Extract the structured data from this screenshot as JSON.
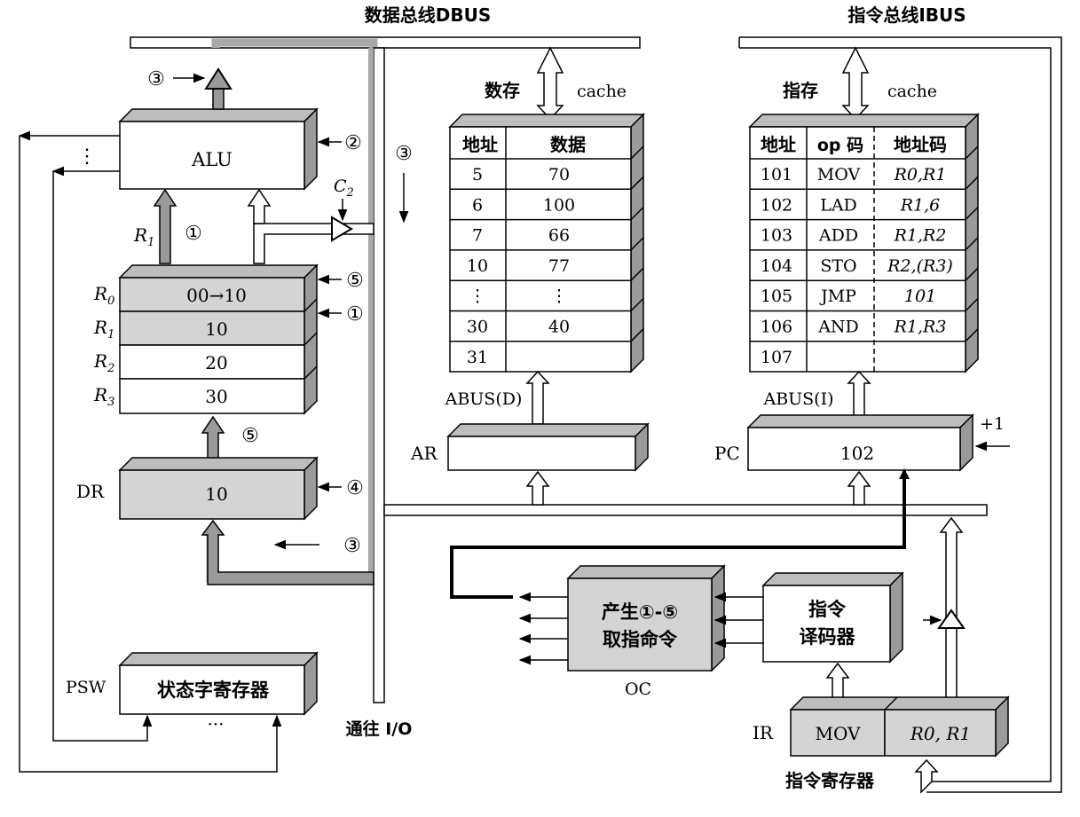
{
  "title": {
    "dbus": "数据总线DBUS",
    "ibus": "指令总线IBUS"
  },
  "alu": {
    "name": "ALU",
    "ellipsis": "⋮"
  },
  "markers": {
    "m1": "①",
    "m2": "②",
    "m3": "③",
    "m4": "④",
    "m5": "⑤",
    "c2": "C",
    "c2_sub": "2",
    "r1_label": "R",
    "r1_sub": "1"
  },
  "registers": [
    {
      "name": "R",
      "sub": "0",
      "value": "00→10",
      "shaded": true
    },
    {
      "name": "R",
      "sub": "1",
      "value": "10",
      "shaded": true
    },
    {
      "name": "R",
      "sub": "2",
      "value": "20",
      "shaded": false
    },
    {
      "name": "R",
      "sub": "3",
      "value": "30",
      "shaded": false
    }
  ],
  "dr": {
    "name": "DR",
    "value": "10"
  },
  "psw": {
    "name": "PSW",
    "text": "状态字寄存器",
    "ellipsis": "···"
  },
  "io_label": "通往 I/O",
  "data_memory": {
    "label": "数存",
    "cache": "cache",
    "headers": [
      "地址",
      "数据"
    ],
    "rows": [
      [
        "5",
        "70"
      ],
      [
        "6",
        "100"
      ],
      [
        "7",
        "66"
      ],
      [
        "10",
        "77"
      ],
      [
        "⋮",
        "⋮"
      ],
      [
        "30",
        "40"
      ],
      [
        "31",
        ""
      ]
    ],
    "abus": "ABUS(D)"
  },
  "ar": {
    "name": "AR"
  },
  "instr_memory": {
    "label": "指存",
    "cache": "cache",
    "headers": [
      "地址",
      "op 码",
      "地址码"
    ],
    "rows": [
      [
        "101",
        "MOV",
        "R0,R1"
      ],
      [
        "102",
        "LAD",
        "R1,6"
      ],
      [
        "103",
        "ADD",
        "R1,R2"
      ],
      [
        "104",
        "STO",
        "R2,(R3)"
      ],
      [
        "105",
        "JMP",
        "101"
      ],
      [
        "106",
        "AND",
        "R1,R3"
      ],
      [
        "107",
        "",
        ""
      ]
    ],
    "abus": "ABUS(I)"
  },
  "pc": {
    "name": "PC",
    "value": "102",
    "inc": "+1"
  },
  "oc": {
    "name": "OC",
    "line1": "产生①-⑤",
    "line2": "取指命令"
  },
  "decoder": {
    "line1": "指令",
    "line2": "译码器"
  },
  "ir": {
    "name": "IR",
    "op": "MOV",
    "operand": "R0, R1",
    "caption": "指令寄存器"
  },
  "colors": {
    "gray": "#d4d4d4",
    "side": "#9a9a9a",
    "bus": "#a8a8a8"
  }
}
